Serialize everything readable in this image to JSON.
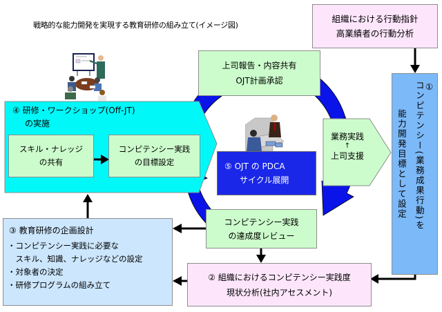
{
  "title": "戦略的な能力開発を実現する教育研修の組み立て(イメージ図)",
  "colors": {
    "cycle_arrow": "#0a14e8",
    "pink_box": "#fde6fb",
    "green_box": "#ccfccc",
    "light_blue_box": "#cce6fd",
    "sky_box": "#7cb9f8",
    "cyan_box": "#00f8f8",
    "navy_box": "#1a27e8"
  },
  "top_right_box": {
    "line1": "組織における行動指針",
    "line2": "高業績者の行動分析"
  },
  "step1": {
    "number": "①",
    "col1": "コンピテンシー(業務成果行動)を",
    "col2": "能力開発目標として設定"
  },
  "step2": {
    "line1": "② 組織におけるコンピテンシー実践度",
    "line2": "現状分析(社内アセスメント)"
  },
  "step3": {
    "heading": "③ 教育研修の企画設計",
    "bullets": [
      "・コンピテンシー実践に必要な",
      "　スキル、知識、ナレッジなどの設定",
      "・対象者の決定",
      "・研修プログラムの組み立て"
    ]
  },
  "step4": {
    "line1": "④ 研修・ワークショップ(Off-JT)",
    "line2": "の実施",
    "sub1": {
      "line1": "スキル・ナレッジ",
      "line2": "の共有"
    },
    "sub2": {
      "line1": "コンピテンシー実践",
      "line2": "の目標設定"
    }
  },
  "step5": {
    "line1": "⑤ OJT の PDCA",
    "line2": "サイクル展開"
  },
  "cycle": {
    "top": {
      "line1": "上司報告・内容共有",
      "line2": "OJT計画承認"
    },
    "right": {
      "line1": "業務実践",
      "arrow": "↑",
      "line2": "上司支援"
    },
    "bottom": {
      "line1": "コンピテンシー実践",
      "line2": "の達成度レビュー"
    }
  },
  "illustrations": {
    "top_left": "presentation-meeting-illustration",
    "center": "one-on-one-meeting-illustration"
  }
}
